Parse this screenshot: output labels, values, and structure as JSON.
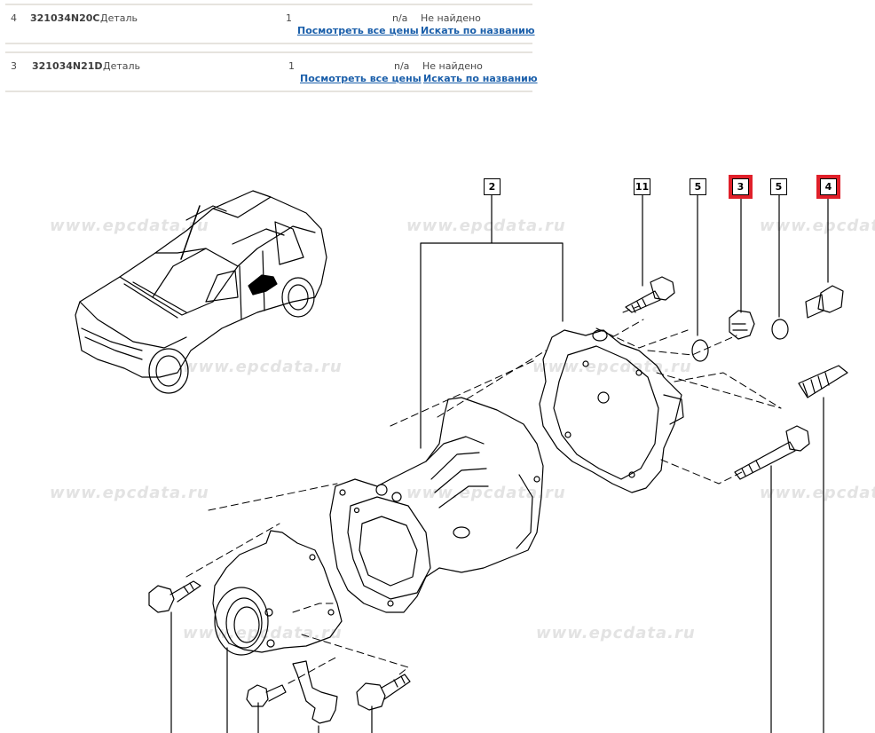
{
  "parts_table": {
    "rows": [
      {
        "num": "4",
        "code": "321034N20C",
        "type": "Деталь",
        "qty": "1",
        "price": "n/a",
        "status": "Не найдено",
        "link_prices": "Посмотреть все цены",
        "link_search": "Искать по названию"
      },
      {
        "num": "3",
        "code": "321034N21D",
        "type": "Деталь",
        "qty": "1",
        "price": "n/a",
        "status": "Не найдено",
        "link_prices": "Посмотреть все цены",
        "link_search": "Искать по названию"
      }
    ]
  },
  "diagram": {
    "watermark": "www.epcdata.ru",
    "callouts": [
      {
        "label": "2",
        "highlighted": false
      },
      {
        "label": "11",
        "highlighted": false
      },
      {
        "label": "5",
        "highlighted": false
      },
      {
        "label": "3",
        "highlighted": true
      },
      {
        "label": "5",
        "highlighted": false
      },
      {
        "label": "4",
        "highlighted": true
      }
    ],
    "highlight_color": "#e0202a",
    "link_color": "#1b5faa"
  }
}
